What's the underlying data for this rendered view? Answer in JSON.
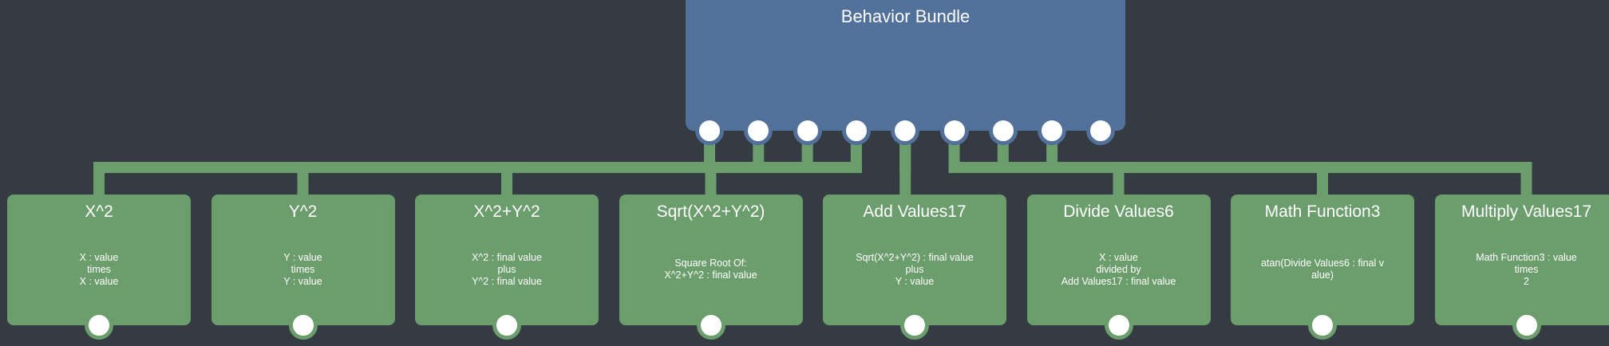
{
  "bundle": {
    "title": "Behavior Bundle",
    "port_count": 9,
    "color": "#51709a"
  },
  "colors": {
    "background": "#353b42",
    "node": "#6b9e6c",
    "wire": "#6b9e6c",
    "port": "#ffffff"
  },
  "nodes": [
    {
      "title": "X^2",
      "lines": [
        "X : value",
        "times",
        "X : value"
      ]
    },
    {
      "title": "Y^2",
      "lines": [
        "Y : value",
        "times",
        "Y : value"
      ]
    },
    {
      "title": "X^2+Y^2",
      "lines": [
        "X^2 : final value",
        "plus",
        "Y^2 : final value"
      ]
    },
    {
      "title": "Sqrt(X^2+Y^2)",
      "lines": [
        "Square Root Of:",
        "X^2+Y^2 : final value"
      ]
    },
    {
      "title": "Add Values17",
      "lines": [
        "Sqrt(X^2+Y^2) : final value",
        "plus",
        "Y : value"
      ]
    },
    {
      "title": "Divide Values6",
      "lines": [
        "X : value",
        "divided by",
        "Add Values17 : final value"
      ]
    },
    {
      "title": "Math Function3",
      "lines": [
        "atan(Divide Values6 : final v",
        "alue)"
      ]
    },
    {
      "title": "Multiply Values17",
      "lines": [
        "Math Function3 : value",
        "times",
        "2"
      ]
    }
  ],
  "connections": [
    {
      "from_port": 3,
      "to_nodes": [
        0,
        1,
        2,
        3
      ]
    },
    {
      "from_port": 2,
      "to_nodes": []
    },
    {
      "from_port": 1,
      "to_nodes": []
    },
    {
      "from_port": 0,
      "to_nodes": []
    },
    {
      "from_port": 4,
      "to_nodes": [
        4
      ]
    },
    {
      "from_port": 5,
      "to_nodes": [
        5,
        6,
        7
      ]
    },
    {
      "from_port": 6,
      "to_nodes": []
    },
    {
      "from_port": 7,
      "to_nodes": []
    }
  ]
}
